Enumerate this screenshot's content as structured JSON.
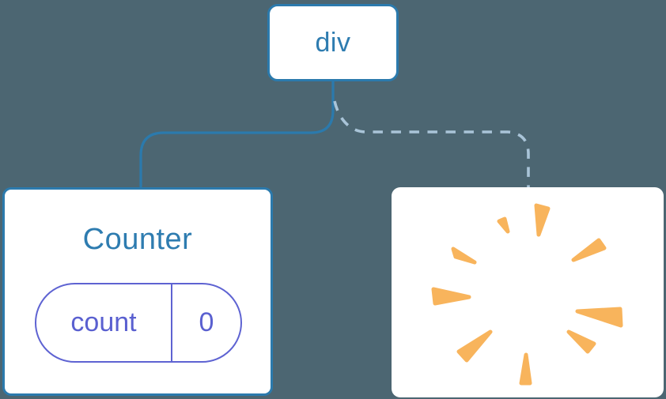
{
  "diagram": {
    "description": "React component tree diagram: div root keeps Counter child (solid link) while second child is removed (dashed link to poof)",
    "root_node": {
      "label": "div"
    },
    "counter_card": {
      "title": "Counter",
      "state_pill": {
        "key": "count",
        "value": "0"
      }
    },
    "removed_card": {
      "icon": "poof-icon"
    },
    "connectors": {
      "left": "solid",
      "right": "dashed"
    },
    "colors": {
      "background": "#4C6672",
      "card_background": "#FFFFFF",
      "node_border_blue": "#2B7AAD",
      "text_blue": "#2E7CB0",
      "solid_connector": "#2B7AAD",
      "dashed_connector": "#A9C4D8",
      "pill_purple": "#5E63D2",
      "poof_orange": "#F8B45C"
    }
  }
}
